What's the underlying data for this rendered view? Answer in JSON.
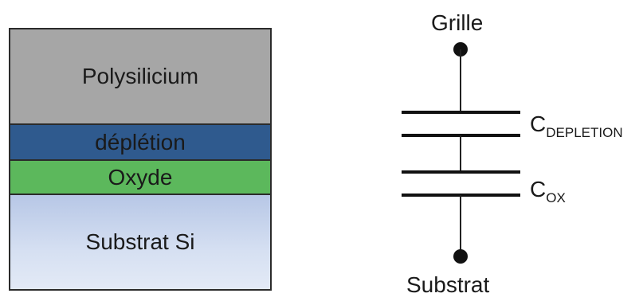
{
  "stack": {
    "layers": {
      "poly": "Polysilicium",
      "depletion": "déplétion",
      "oxide": "Oxyde",
      "substrate": "Substrat Si"
    },
    "colors": {
      "poly": "#a6a6a6",
      "depletion": "#2f5a8e",
      "oxide": "#5cb85c",
      "substrate": "#c9d5ee"
    }
  },
  "schematic": {
    "top_terminal": "Grille",
    "bottom_terminal": "Substrat",
    "cap_depletion": {
      "main": "C",
      "subscript": "DEPLETION"
    },
    "cap_oxide": {
      "main": "C",
      "subscript": "OX"
    }
  }
}
